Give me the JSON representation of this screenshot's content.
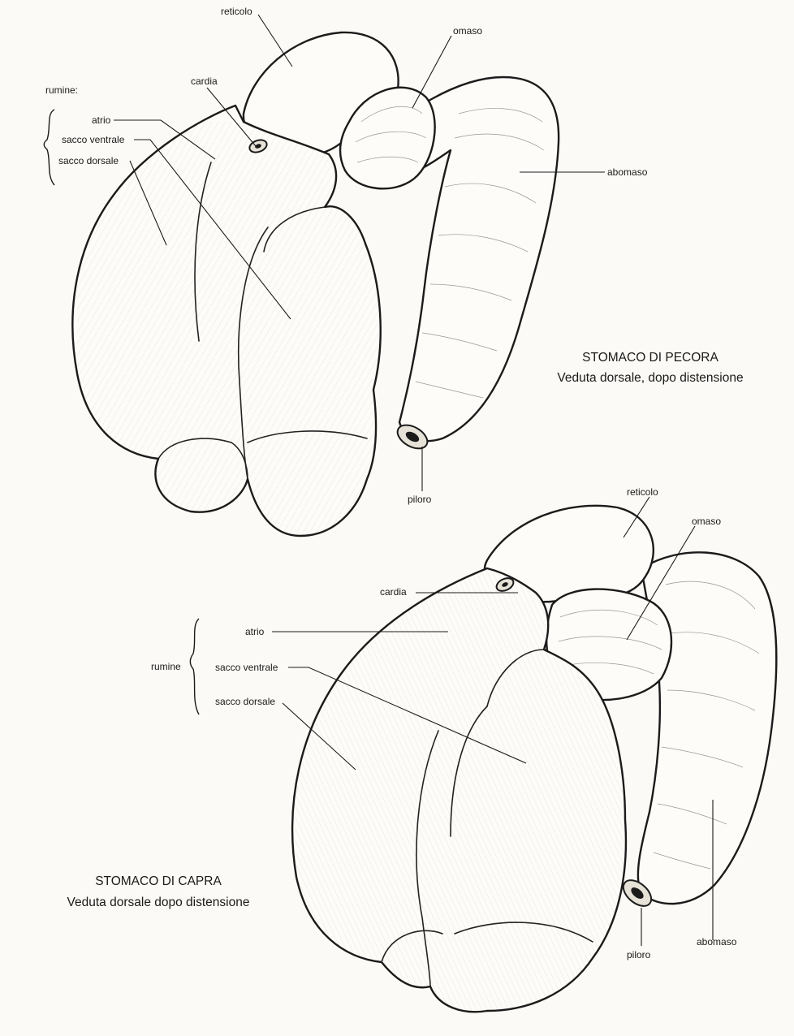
{
  "sheep": {
    "labels": {
      "reticolo": "reticolo",
      "omaso": "omaso",
      "cardia": "cardia",
      "rumine": "rumine:",
      "atrio": "atrio",
      "sacco_ventrale": "sacco ventrale",
      "sacco_dorsale": "sacco dorsale",
      "abomaso": "abomaso",
      "piloro": "piloro"
    },
    "caption": {
      "title": "STOMACO DI PECORA",
      "subtitle": "Veduta dorsale, dopo distensione"
    }
  },
  "goat": {
    "labels": {
      "reticolo": "reticolo",
      "omaso": "omaso",
      "cardia": "cardia",
      "rumine": "rumine",
      "atrio": "atrio",
      "sacco_ventrale": "sacco ventrale",
      "sacco_dorsale": "sacco dorsale",
      "abomaso": "abomaso",
      "piloro": "piloro"
    },
    "caption": {
      "title": "STOMACO DI CAPRA",
      "subtitle": "Veduta dorsale dopo distensione"
    }
  }
}
